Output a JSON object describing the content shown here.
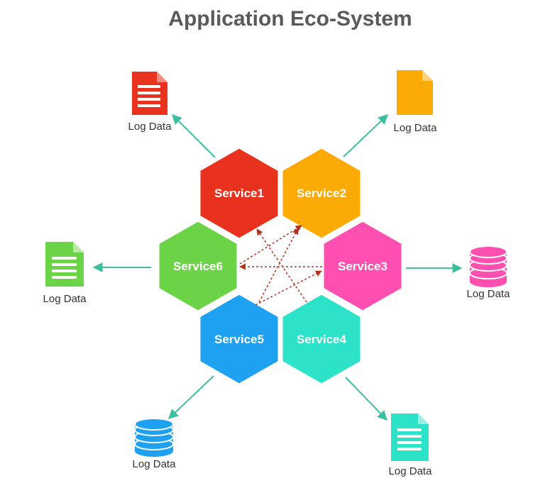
{
  "title": "Application Eco-System",
  "services": [
    {
      "id": "service1",
      "label": "Service1",
      "color": "#e8321e"
    },
    {
      "id": "service2",
      "label": "Service2",
      "color": "#fcaa05"
    },
    {
      "id": "service3",
      "label": "Service3",
      "color": "#ff4fb0"
    },
    {
      "id": "service4",
      "label": "Service4",
      "color": "#2ce3c9"
    },
    {
      "id": "service5",
      "label": "Service5",
      "color": "#1ea1f0"
    },
    {
      "id": "service6",
      "label": "Service6",
      "color": "#6bd346"
    }
  ],
  "logs": [
    {
      "id": "log-service1",
      "label": "Log Data",
      "icon": "document-icon",
      "color": "#e8321e"
    },
    {
      "id": "log-service2",
      "label": "Log Data",
      "icon": "document-icon",
      "color": "#fcaa05"
    },
    {
      "id": "log-service3",
      "label": "Log Data",
      "icon": "database-icon",
      "color": "#ff4fb0"
    },
    {
      "id": "log-service4",
      "label": "Log Data",
      "icon": "document-icon",
      "color": "#2ce3c9"
    },
    {
      "id": "log-service5",
      "label": "Log Data",
      "icon": "database-icon",
      "color": "#1ea1f0"
    },
    {
      "id": "log-service6",
      "label": "Log Data",
      "icon": "document-icon",
      "color": "#6bd346"
    }
  ],
  "colors": {
    "arrow": "#3dbf9f",
    "dashed_arrow": "#b0331e",
    "title": "#5a5a5a"
  }
}
